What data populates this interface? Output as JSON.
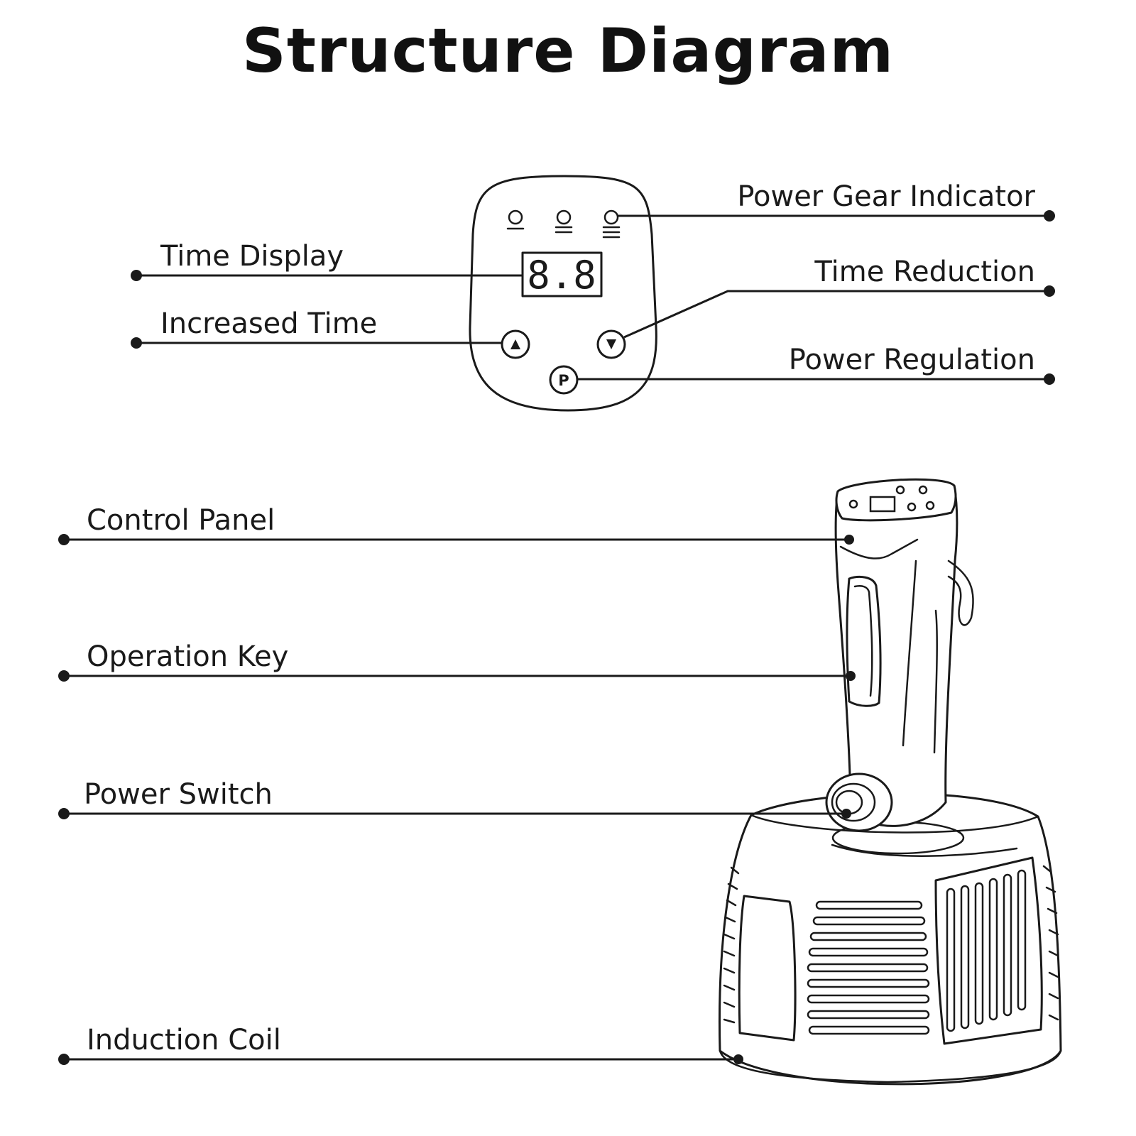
{
  "title": "Structure Diagram",
  "panel": {
    "display_value": "8.8",
    "labels": {
      "power_gear_indicator": "Power Gear Indicator",
      "time_display": "Time Display",
      "time_reduction": "Time Reduction",
      "increased_time": "Increased Time",
      "power_regulation": "Power Regulation"
    },
    "p_key": "P"
  },
  "device": {
    "labels": {
      "control_panel": "Control Panel",
      "operation_key": "Operation Key",
      "power_switch": "Power Switch",
      "induction_coil": "Induction Coil"
    }
  }
}
